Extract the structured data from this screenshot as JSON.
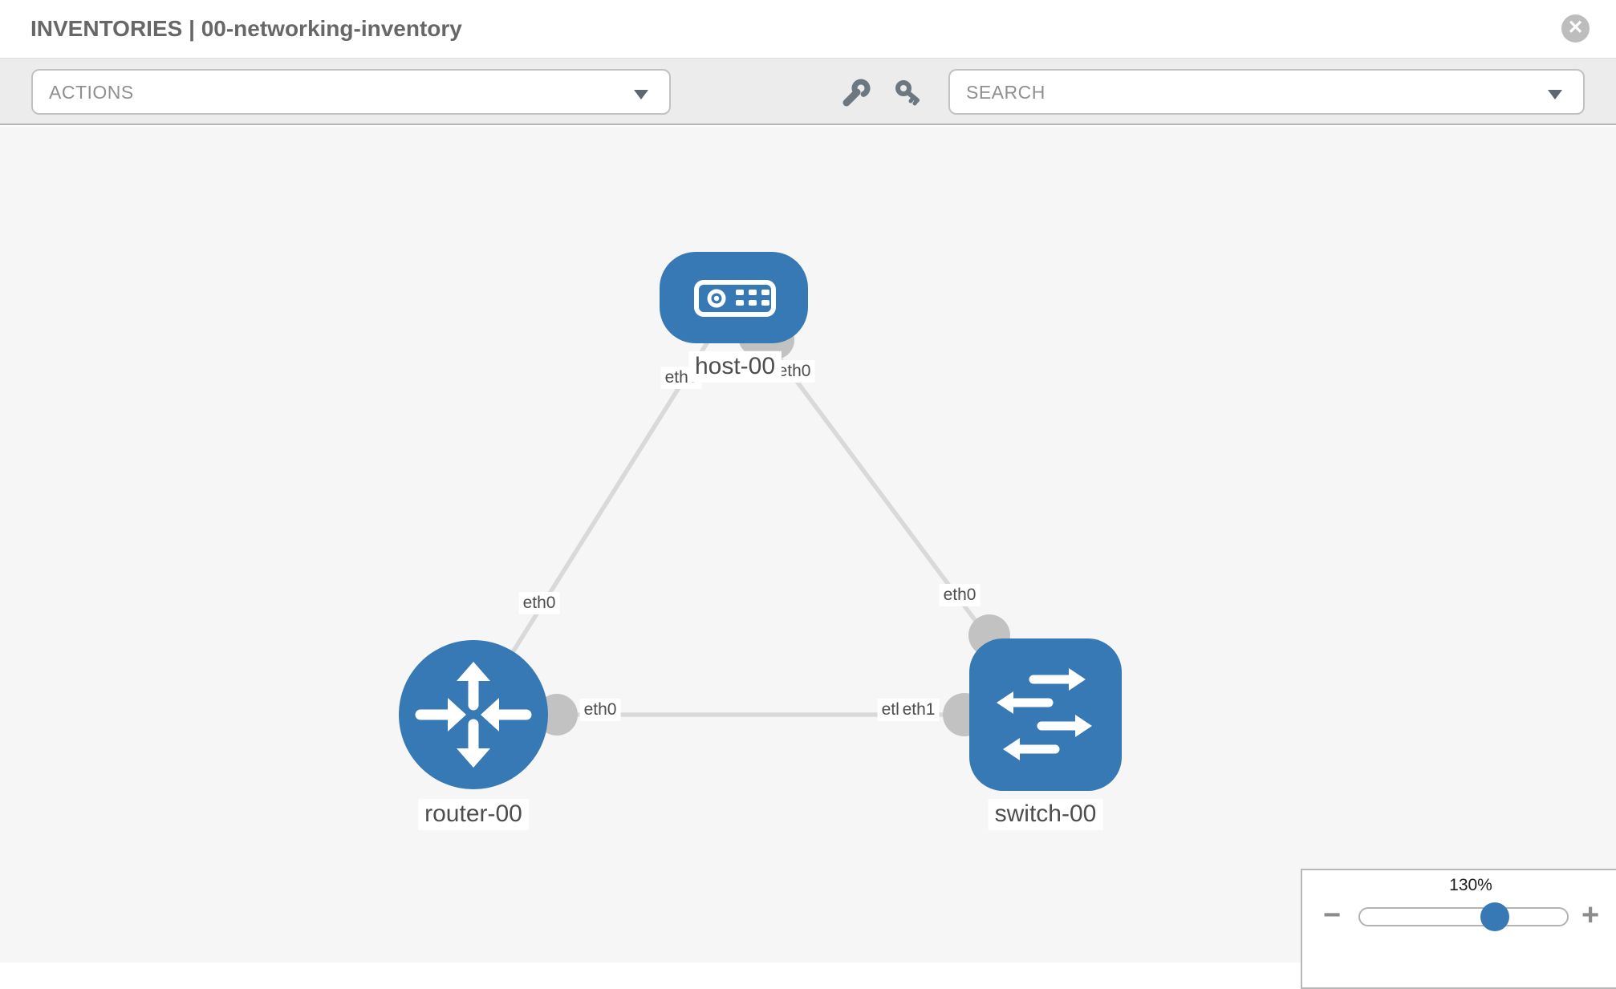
{
  "header": {
    "title": "INVENTORIES | 00-networking-inventory",
    "close_label": "✕"
  },
  "toolbar": {
    "actions_label": "ACTIONS",
    "search_placeholder": "SEARCH",
    "icons": [
      "wrench-icon",
      "key-icon"
    ]
  },
  "topology": {
    "nodes": [
      {
        "id": "host-00",
        "type": "host",
        "label": "host-00"
      },
      {
        "id": "router-00",
        "type": "router",
        "label": "router-00"
      },
      {
        "id": "switch-00",
        "type": "switch",
        "label": "switch-00"
      }
    ],
    "links": [
      {
        "from": "host-00",
        "from_interface": "eth0",
        "to": "router-00",
        "to_interface": "eth0"
      },
      {
        "from": "host-00",
        "from_interface": "eth0",
        "to": "switch-00",
        "to_interface": "eth0"
      },
      {
        "from": "router-00",
        "from_interface": "eth0",
        "to": "switch-00",
        "to_interface": "eth1"
      }
    ],
    "overlapping_labels": {
      "back": "eth0",
      "front": "eth1"
    }
  },
  "zoom_control": {
    "level": "130%",
    "minus_label": "−",
    "plus_label": "+"
  },
  "colors": {
    "node_blue": "#3779b5",
    "link_gray": "#d9d9d9",
    "dot_gray": "#c2c2c2",
    "canvas_bg": "#f6f6f6",
    "toolbar_bg": "#ececec",
    "accent_knob": "#3779b5"
  }
}
